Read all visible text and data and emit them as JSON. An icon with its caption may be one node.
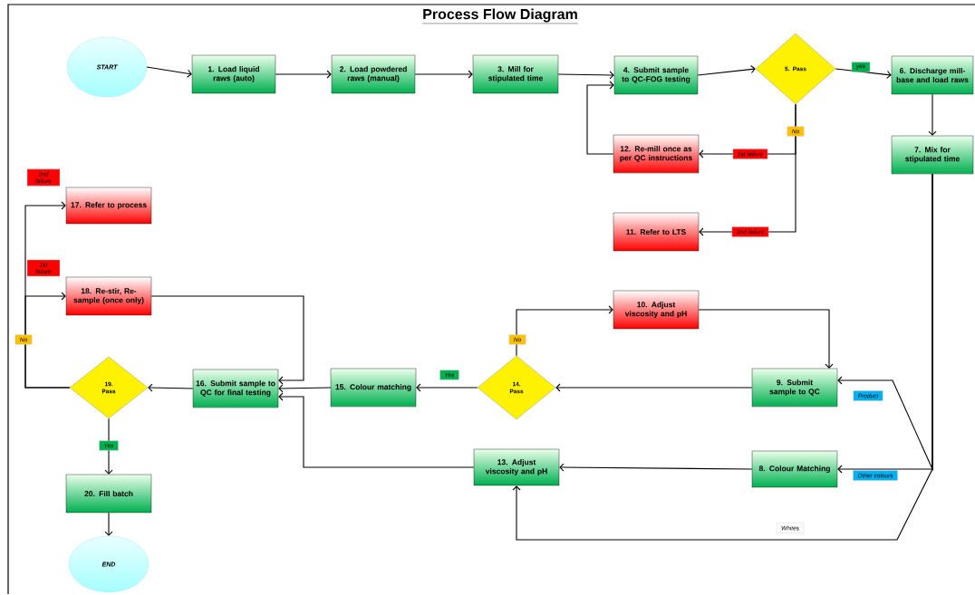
{
  "diagram": {
    "title": "Process Flow Diagram",
    "nodes": [
      {
        "text": [
          "START"
        ]
      },
      {
        "text": [
          "1. Load liquid raws (auto)"
        ]
      },
      {
        "text": [
          "2. Load powdered raws (manual)"
        ]
      },
      {
        "text": [
          "3. Mill for stipulated time"
        ]
      },
      {
        "text": [
          "4. Submit sample to QC-FOG testing"
        ]
      },
      {
        "text": [
          "5. Pass"
        ]
      },
      {
        "text": [
          "6. Discharge mill-base and load raws"
        ]
      },
      {
        "text": [
          "7. Mix for stipulated time"
        ]
      },
      {
        "text": [
          "8. Colour Matching"
        ]
      },
      {
        "text": [
          "9. Submit sample to QC"
        ]
      },
      {
        "text": [
          "10. Adjust viscosity and pH"
        ]
      },
      {
        "text": [
          "11. Refer to LTS"
        ]
      },
      {
        "text": [
          "12. Re-mill once as per QC instructions"
        ]
      },
      {
        "text": [
          "13. Adjust viscosity and pH"
        ]
      },
      {
        "text": [
          "14. Pass"
        ]
      },
      {
        "text": [
          "15. Colour matching"
        ]
      },
      {
        "text": [
          "16. Submit sample to QC for final testing"
        ]
      },
      {
        "text": [
          "17. Refer to process"
        ]
      },
      {
        "text": [
          "18. Re-stir, Re-sample (once only)"
        ]
      },
      {
        "text": [
          "19. Pass"
        ]
      },
      {
        "text": [
          "20. Fill batch"
        ]
      },
      {
        "text": [
          "END"
        ]
      }
    ],
    "edges": [
      {
        "from": 0,
        "to": 1,
        "arrow": "to"
      },
      {
        "from": 1,
        "to": 2,
        "arrow": "to"
      },
      {
        "from": 2,
        "to": 3,
        "arrow": "to"
      },
      {
        "from": 3,
        "to": 4,
        "arrow": "to"
      },
      {
        "from": 4,
        "to": 5,
        "arrow": "to"
      },
      {
        "from": 5,
        "to": 6,
        "arrow": "to",
        "label": "yes"
      },
      {
        "from": 6,
        "to": 7,
        "arrow": "to"
      },
      {
        "from": 5,
        "to": 12,
        "arrow": "to",
        "label": "1st failure"
      },
      {
        "from": 5,
        "to": 11,
        "arrow": "to",
        "label": "2nd failure"
      },
      {
        "from": 12,
        "to": 4,
        "arrow": "to"
      },
      {
        "from": 7,
        "to": 9,
        "arrow": "to",
        "label": "Product"
      },
      {
        "from": 7,
        "to": 8,
        "arrow": "to",
        "label": "Other colours"
      },
      {
        "from": 7,
        "to": 13,
        "arrow": "to",
        "label": "Whites"
      },
      {
        "from": 10,
        "to": 9,
        "arrow": "to"
      },
      {
        "from": 9,
        "to": 14,
        "arrow": "to"
      },
      {
        "from": 14,
        "to": 10,
        "arrow": "to",
        "label": "No"
      },
      {
        "from": 14,
        "to": 15,
        "arrow": "to",
        "label": "Yes"
      },
      {
        "from": 8,
        "to": 13,
        "arrow": "to"
      },
      {
        "from": 15,
        "to": 16,
        "arrow": "to"
      },
      {
        "from": 18,
        "to": 16,
        "arrow": "to"
      },
      {
        "from": 13,
        "to": 16,
        "arrow": "to"
      },
      {
        "from": 16,
        "to": 19,
        "arrow": "to"
      },
      {
        "from": 19,
        "to": 18,
        "arrow": "to",
        "label": "1st failure"
      },
      {
        "from": 19,
        "to": 17,
        "arrow": "to",
        "label": "2nd failure"
      },
      {
        "from": 19,
        "to": 20,
        "arrow": "to",
        "label": "Yes"
      },
      {
        "from": 20,
        "to": 21,
        "arrow": "to"
      }
    ],
    "labels": [
      "No",
      "No"
    ]
  }
}
